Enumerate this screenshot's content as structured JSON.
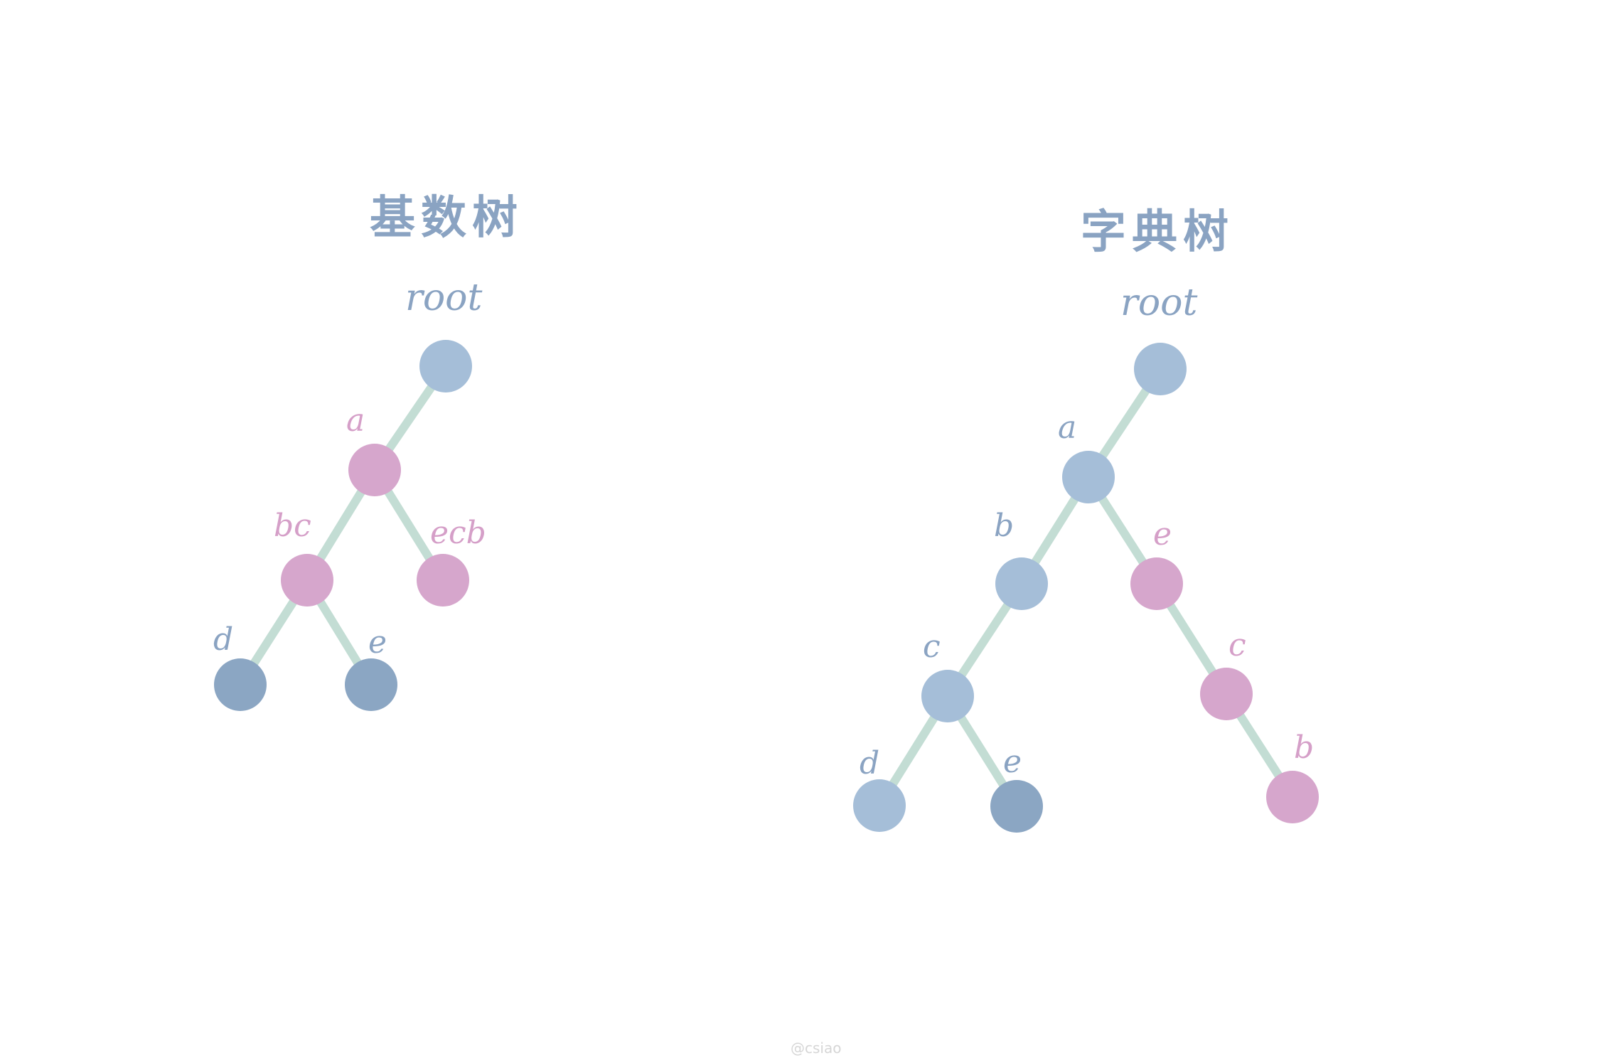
{
  "colors": {
    "title": "#8aa3c2",
    "edge": "#c3ddd4",
    "node_blue": "#a5bed8",
    "node_blue_dark": "#8ba6c3",
    "node_pink": "#d6a6cc",
    "label_blue": "#8aa3c2",
    "label_pink": "#d59fc8"
  },
  "radix_tree": {
    "title": "基数树",
    "root_label": "root",
    "nodes": [
      {
        "id": "root",
        "label": "",
        "color": "blue"
      },
      {
        "id": "a",
        "label": "a",
        "color": "pink"
      },
      {
        "id": "bc",
        "label": "bc",
        "color": "pink"
      },
      {
        "id": "ecb",
        "label": "ecb",
        "color": "pink"
      },
      {
        "id": "d",
        "label": "d",
        "color": "blue_dark"
      },
      {
        "id": "e",
        "label": "e",
        "color": "blue_dark"
      }
    ],
    "edges": [
      [
        "root",
        "a"
      ],
      [
        "a",
        "bc"
      ],
      [
        "a",
        "ecb"
      ],
      [
        "bc",
        "d"
      ],
      [
        "bc",
        "e"
      ]
    ]
  },
  "trie": {
    "title": "字典树",
    "root_label": "root",
    "nodes": [
      {
        "id": "root",
        "label": "",
        "color": "blue"
      },
      {
        "id": "a",
        "label": "a",
        "color": "blue"
      },
      {
        "id": "b",
        "label": "b",
        "color": "blue"
      },
      {
        "id": "e1",
        "label": "e",
        "color": "pink"
      },
      {
        "id": "c1",
        "label": "c",
        "color": "blue"
      },
      {
        "id": "c2",
        "label": "c",
        "color": "pink"
      },
      {
        "id": "d",
        "label": "d",
        "color": "blue"
      },
      {
        "id": "e2",
        "label": "e",
        "color": "blue_dark"
      },
      {
        "id": "b2",
        "label": "b",
        "color": "pink"
      }
    ],
    "edges": [
      [
        "root",
        "a"
      ],
      [
        "a",
        "b"
      ],
      [
        "a",
        "e1"
      ],
      [
        "b",
        "c1"
      ],
      [
        "e1",
        "c2"
      ],
      [
        "c1",
        "d"
      ],
      [
        "c1",
        "e2"
      ],
      [
        "c2",
        "b2"
      ]
    ]
  },
  "watermark": "@csiao"
}
